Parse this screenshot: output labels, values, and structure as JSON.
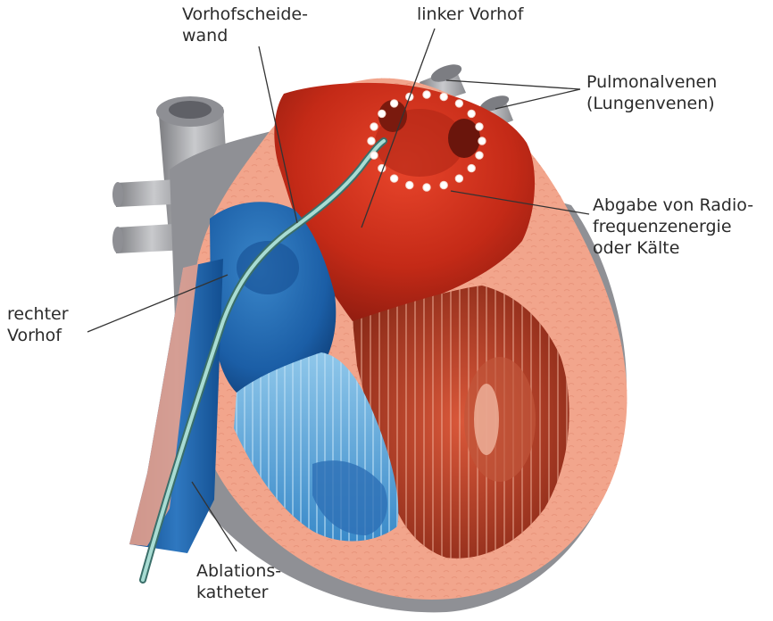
{
  "diagram": {
    "labels": {
      "septum": {
        "line1": "Vorhofscheide-",
        "line2": "wand"
      },
      "left_atrium": {
        "line1": "linker Vorhof"
      },
      "pulmonary_veins": {
        "line1": "Pulmonalvenen",
        "line2": "(Lungenvenen)"
      },
      "energy": {
        "line1": "Abgabe von Radio-",
        "line2": "frequenzenergie",
        "line3": "oder Kälte"
      },
      "right_atrium": {
        "line1": "rechter",
        "line2": "Vorhof"
      },
      "catheter": {
        "line1": "Ablations-",
        "line2": "katheter"
      }
    },
    "colors": {
      "myocardium": "#f2a58c",
      "left_chambers": "#c8321e",
      "right_chambers": "#1f5fa8",
      "vessels": "#a9aaad",
      "catheter": "#9fd0c8"
    },
    "icons": [
      "heart-cross-section",
      "ablation-catheter",
      "ablation-points"
    ]
  }
}
